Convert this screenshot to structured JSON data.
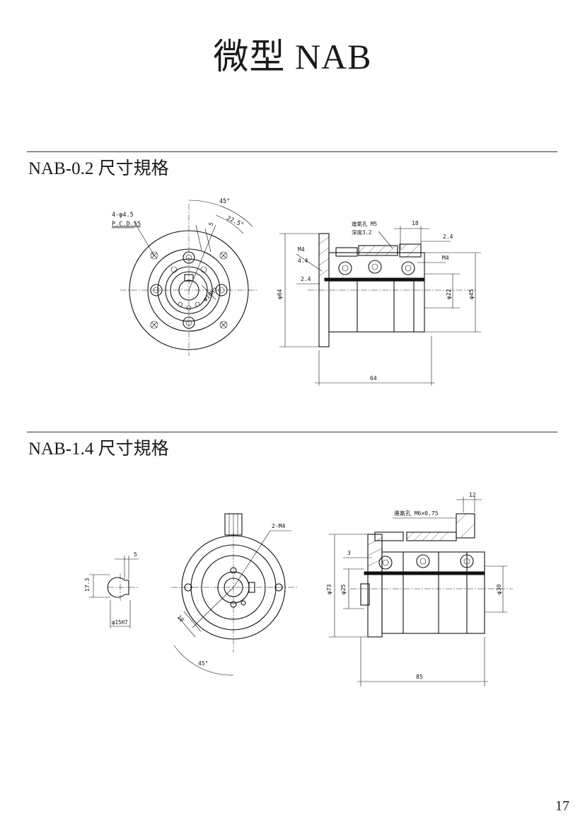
{
  "page": {
    "title": "微型 NAB",
    "number": "17"
  },
  "sections": [
    {
      "title": "NAB-0.2 尺寸規格",
      "front_view": {
        "hole_note": "4-φ4.5",
        "pcd": "P.C.D.55",
        "angle_45": "45°",
        "angle_22_5": "22.5°",
        "slot": "5",
        "bore": "φ10H7"
      },
      "side_view": {
        "air_port": "進氣孔 M5",
        "depth": "深度3.2",
        "d_18": "18",
        "d_2_4_top": "2.4",
        "m4_left": "M4",
        "d_4_4": "4.4",
        "d_2_4_left": "2.4",
        "m4_right": "M4",
        "dia_64": "φ64",
        "dia_22": "φ22",
        "dia_45": "φ45",
        "length_64": "64"
      }
    },
    {
      "title": "NAB-1.4 尺寸規格",
      "key_view": {
        "width_5": "5",
        "height_17_3": "17.3",
        "bore": "φ15H7"
      },
      "front_view": {
        "tap": "2-M4",
        "d_10": "10",
        "angle_45": "45°"
      },
      "side_view": {
        "d_12": "12",
        "air_port": "進氣孔 M6×0.75",
        "d_3": "3",
        "dia_73": "φ73",
        "dia_25": "φ25",
        "dia_30": "φ30",
        "length_85": "85"
      }
    }
  ]
}
